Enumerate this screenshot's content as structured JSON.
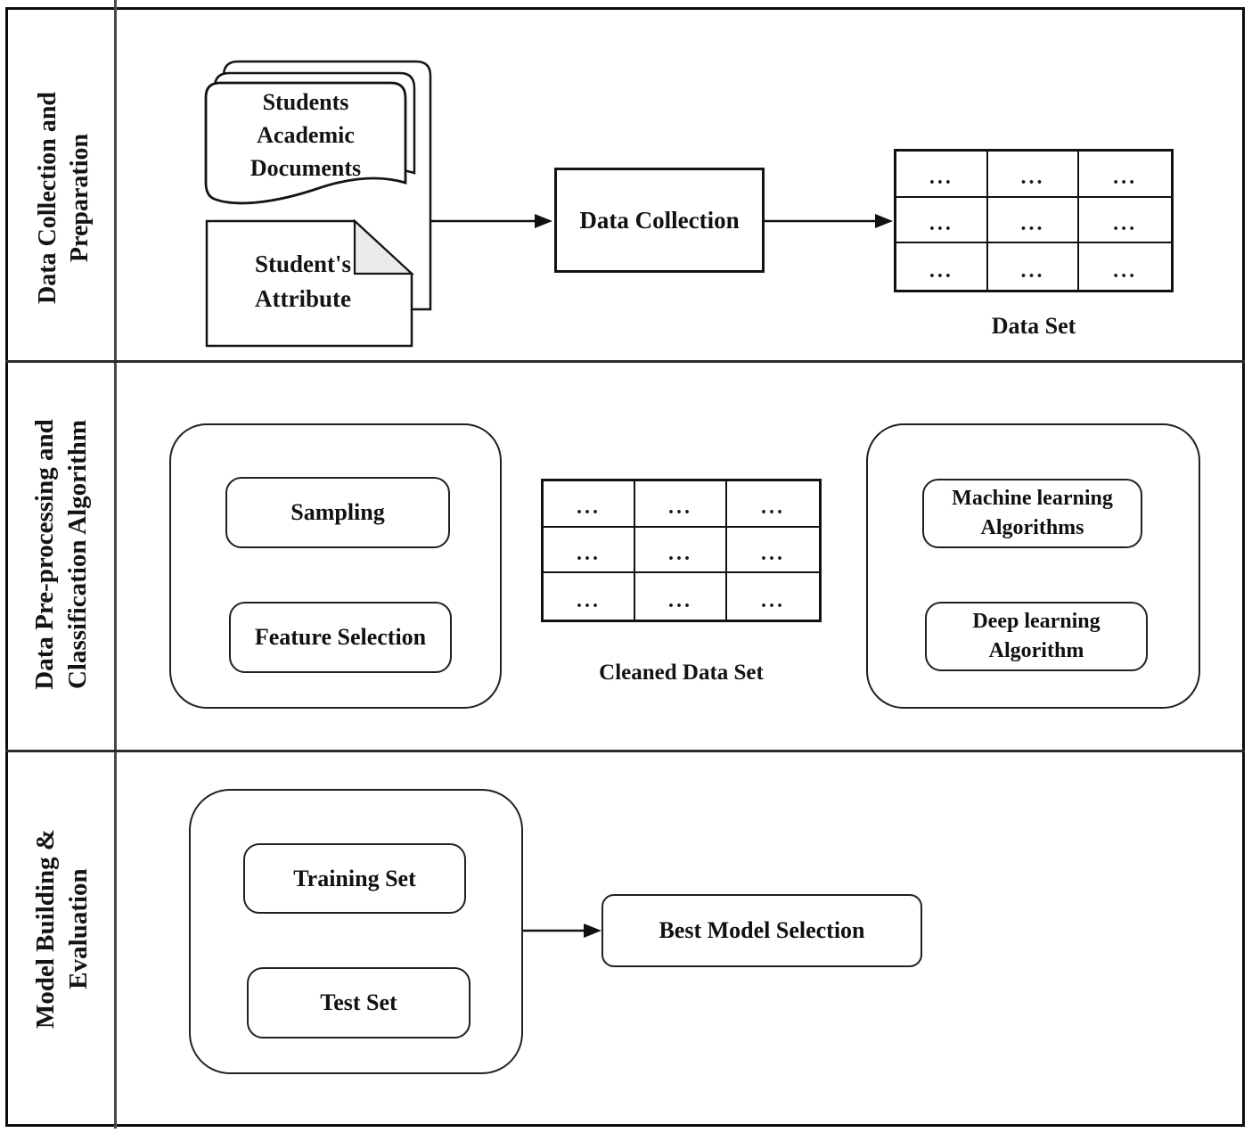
{
  "labels": {
    "row1": [
      "Data Collection and",
      "Preparation"
    ],
    "row2": [
      "Data Pre-processing and",
      "Classification Algorithm"
    ],
    "row3": [
      "Model Building &",
      "Evaluation"
    ]
  },
  "row1": {
    "documents": [
      "Students",
      "Academic",
      "Documents"
    ],
    "attribute": [
      "Student's",
      "Attribute"
    ],
    "data_collection": "Data Collection",
    "dataset_caption": "Data Set"
  },
  "row2": {
    "sampling": "Sampling",
    "feature_selection": "Feature Selection",
    "cleaned_caption": "Cleaned Data Set",
    "machine_learning": [
      "Machine learning",
      "Algorithms"
    ],
    "deep_learning": [
      "Deep learning",
      "Algorithm"
    ]
  },
  "row3": {
    "training_set": "Training Set",
    "test_set": "Test Set",
    "best_model": "Best Model Selection"
  },
  "tables": {
    "cell_text": "...",
    "rows": 3,
    "cols": 3
  },
  "colors": {
    "line": "#111111",
    "fold_fill": "#ebebeb",
    "divider": "#2b2b2b"
  }
}
